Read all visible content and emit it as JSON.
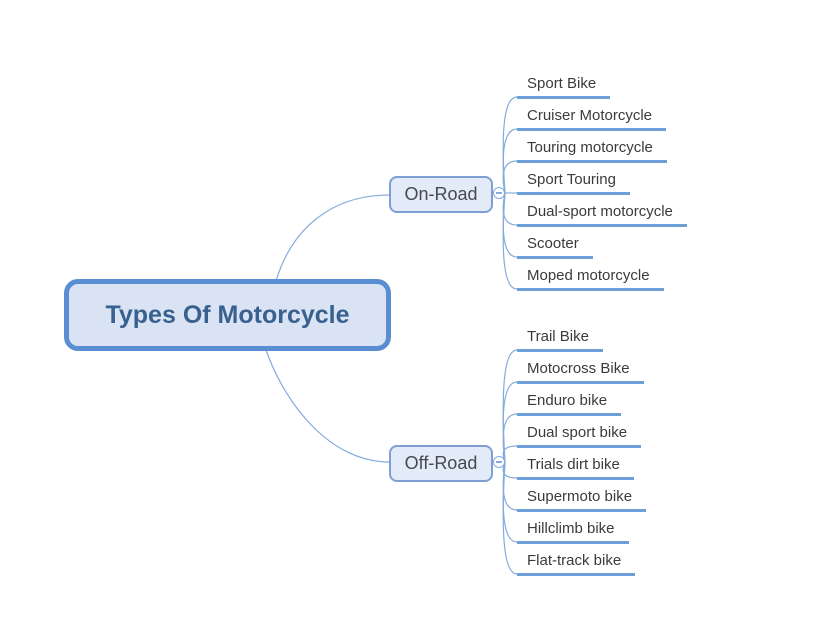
{
  "root": {
    "label": "Types Of Motorcycle"
  },
  "branches": [
    {
      "label": "On-Road",
      "collapse_icon": "minus-in-circle",
      "leaves": [
        "Sport Bike",
        "Cruiser Motorcycle",
        "Touring motorcycle",
        "Sport Touring",
        "Dual-sport motorcycle",
        "Scooter",
        "Moped motorcycle"
      ]
    },
    {
      "label": "Off-Road",
      "collapse_icon": "minus-in-circle",
      "leaves": [
        "Trail Bike",
        "Motocross Bike",
        "Enduro bike",
        "Dual sport bike",
        "Trials dirt bike",
        "Supermoto bike",
        "Hillclimb bike",
        "Flat-track bike"
      ]
    }
  ],
  "colors": {
    "root_border": "#5a8ed2",
    "root_fill": "#d9e3f3",
    "root_text": "#38618f",
    "branch_border": "#7d9fd4",
    "branch_fill": "#e4ebf8",
    "branch_text": "#454a52",
    "leaf_text": "#3b3b3b",
    "underline": "#6f9fd9",
    "connector": "#85abdc"
  }
}
